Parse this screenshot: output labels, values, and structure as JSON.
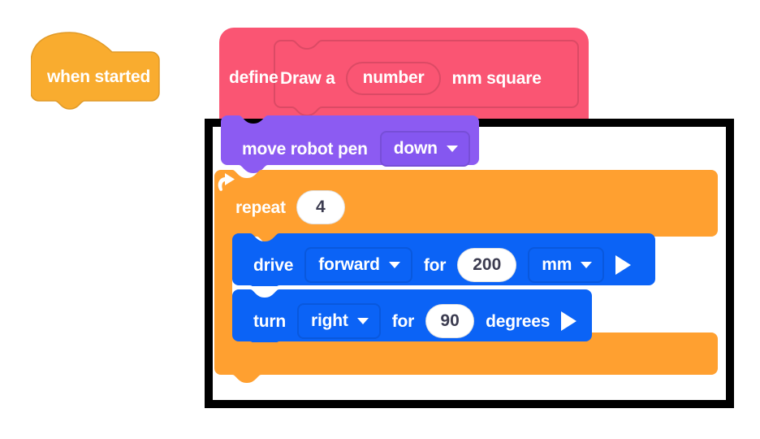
{
  "workspace": {
    "background_color": "#ffffff",
    "focus_outline_color": "#000000"
  },
  "blocks": {
    "when_started": {
      "label": "when started",
      "type": "hat",
      "color": "#f9ac2f"
    },
    "define": {
      "keyword": "define",
      "color": "#fa5573",
      "prototype": {
        "text_before": "Draw a",
        "parameter": "number",
        "text_after": "mm square"
      }
    },
    "move_robot_pen": {
      "label": "move robot pen",
      "color": "#8c5bf2",
      "dropdown": {
        "value": "down",
        "icon": "chevron-down-icon"
      }
    },
    "repeat": {
      "label": "repeat",
      "color": "#ffa030",
      "times": "4",
      "loop_icon": "loop-arrow-icon"
    },
    "drive": {
      "label": "drive",
      "color": "#0b63f6",
      "direction": {
        "value": "forward",
        "icon": "chevron-down-icon"
      },
      "for_label": "for",
      "distance": "200",
      "units": {
        "value": "mm",
        "icon": "chevron-down-icon"
      },
      "run_icon": "play-triangle-icon"
    },
    "turn": {
      "label": "turn",
      "color": "#0b63f6",
      "direction": {
        "value": "right",
        "icon": "chevron-down-icon"
      },
      "for_label": "for",
      "angle": "90",
      "units_label": "degrees",
      "run_icon": "play-triangle-icon"
    }
  }
}
